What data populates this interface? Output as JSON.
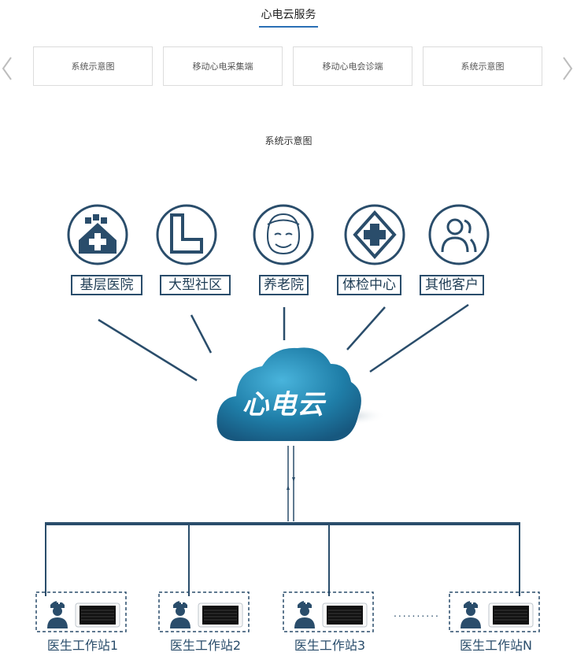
{
  "header": {
    "title": "心电云服务"
  },
  "tabs": [
    {
      "label": "系统示意图"
    },
    {
      "label": "移动心电采集端"
    },
    {
      "label": "移动心电会诊端"
    },
    {
      "label": "系统示意图"
    }
  ],
  "diagram": {
    "caption": "系统示意图",
    "cloud_label": "心电云",
    "clients": [
      {
        "label": "基层医院",
        "icon": "hospital-icon"
      },
      {
        "label": "大型社区",
        "icon": "community-building-icon"
      },
      {
        "label": "养老院",
        "icon": "elderly-face-icon"
      },
      {
        "label": "体检中心",
        "icon": "medical-cross-icon"
      },
      {
        "label": "其他客户",
        "icon": "users-icon"
      }
    ],
    "stations": [
      {
        "label": "医生工作站1"
      },
      {
        "label": "医生工作站2"
      },
      {
        "label": "医生工作站3"
      },
      {
        "label": "医生工作站N"
      }
    ],
    "ellipsis": "..........",
    "colors": {
      "primary": "#2a4d6b",
      "accent": "#2a6fb5",
      "cloud": "#1f6f9a"
    }
  }
}
